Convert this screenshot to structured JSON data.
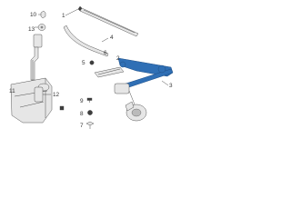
{
  "callouts": {
    "c10": "10",
    "c13": "13",
    "c11": "11",
    "c12": "12",
    "c1": "1",
    "c4": "4",
    "c6": "6",
    "c5": "5",
    "c2": "2",
    "c3": "3",
    "c9": "9",
    "c8": "8",
    "c7": "7"
  },
  "colors": {
    "highlight": "#2f6fb5",
    "line": "#4d4d4d",
    "part_fill": "#e6e6e6"
  }
}
